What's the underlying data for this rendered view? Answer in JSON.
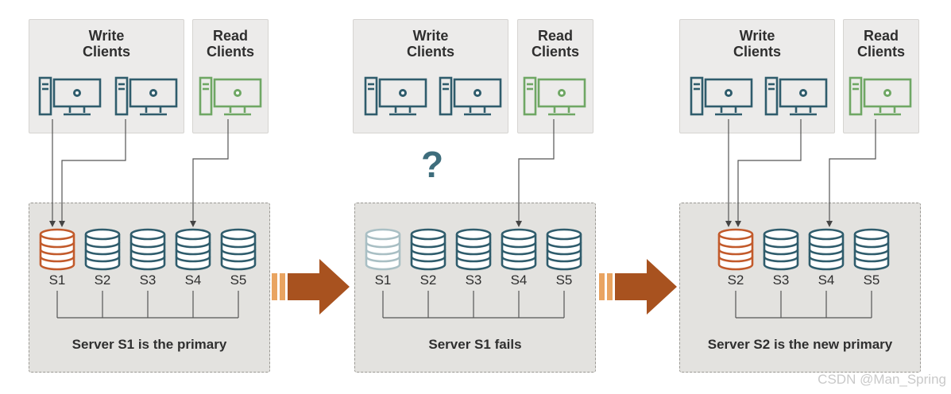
{
  "colors": {
    "write_client": "#2f5c6c",
    "read_client": "#6fa764",
    "primary_db": "#c25a2b",
    "secondary_db": "#2f5c6c",
    "failed_db": "#a9bfc4",
    "arrow": "#a8521f",
    "arrow_bars": "#e9a461"
  },
  "icons": {
    "client": "desktop-computer-gear-icon",
    "database": "database-cylinder-icon",
    "transition": "right-arrow-icon",
    "unknown": "question-mark-icon"
  },
  "panels": [
    {
      "write_label": "Write\nClients",
      "read_label": "Read\nClients",
      "servers": [
        {
          "label": "S1",
          "state": "primary"
        },
        {
          "label": "S2",
          "state": "secondary"
        },
        {
          "label": "S3",
          "state": "secondary"
        },
        {
          "label": "S4",
          "state": "secondary"
        },
        {
          "label": "S5",
          "state": "secondary"
        }
      ],
      "caption": "Server S1 is the primary"
    },
    {
      "write_label": "Write\nClients",
      "read_label": "Read\nClients",
      "question": "?",
      "servers": [
        {
          "label": "S1",
          "state": "failed"
        },
        {
          "label": "S2",
          "state": "secondary"
        },
        {
          "label": "S3",
          "state": "secondary"
        },
        {
          "label": "S4",
          "state": "secondary"
        },
        {
          "label": "S5",
          "state": "secondary"
        }
      ],
      "caption": "Server S1 fails"
    },
    {
      "write_label": "Write\nClients",
      "read_label": "Read\nClients",
      "servers": [
        {
          "label": "S2",
          "state": "primary"
        },
        {
          "label": "S3",
          "state": "secondary"
        },
        {
          "label": "S4",
          "state": "secondary"
        },
        {
          "label": "S5",
          "state": "secondary"
        }
      ],
      "caption": "Server S2 is the new primary"
    }
  ],
  "watermark": "CSDN @Man_Spring"
}
